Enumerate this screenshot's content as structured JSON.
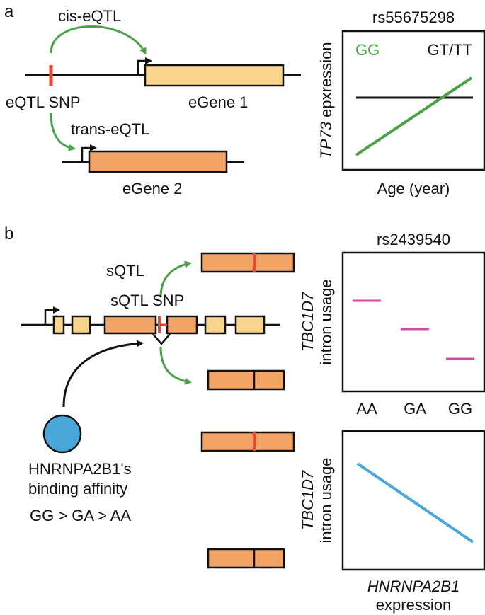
{
  "panels": {
    "a": {
      "letter": "a",
      "cis_label": "cis-eQTL",
      "snp_label": "eQTL SNP",
      "trans_label": "trans-eQTL",
      "gene1_label": "eGene 1",
      "gene2_label": "eGene 2",
      "plot": {
        "title": "rs55675298",
        "legend_gg": "GG",
        "legend_gt": "GT/TT",
        "ylabel_gene": "TP73",
        "ylabel_rest": " epxression",
        "xlabel": "Age (year)"
      }
    },
    "b": {
      "letter": "b",
      "sqtl_label": "sQTL",
      "snp_label": "sQTL SNP",
      "protein_line1": "HNRNPA2B1's",
      "protein_line2": "binding affinity",
      "protein_line3": "GG > GA > AA",
      "plot_top": {
        "title": "rs2439540",
        "ylabel_gene": "TBC1D7",
        "ylabel_rest": "intron usage",
        "categories": [
          "AA",
          "GA",
          "GG"
        ]
      },
      "plot_bottom": {
        "ylabel_gene": "TBC1D7",
        "ylabel_rest": "intron usage",
        "xlabel_gene": "HNRNPA2B1",
        "xlabel_rest": "expression"
      }
    }
  },
  "colors": {
    "green": "#4aa14a",
    "snp_red": "#ee4433",
    "light_exon": "#f8d48c",
    "dark_exon": "#f2a366",
    "magenta": "#cc4fa3",
    "blue": "#4aa7d9",
    "black": "#111111"
  }
}
